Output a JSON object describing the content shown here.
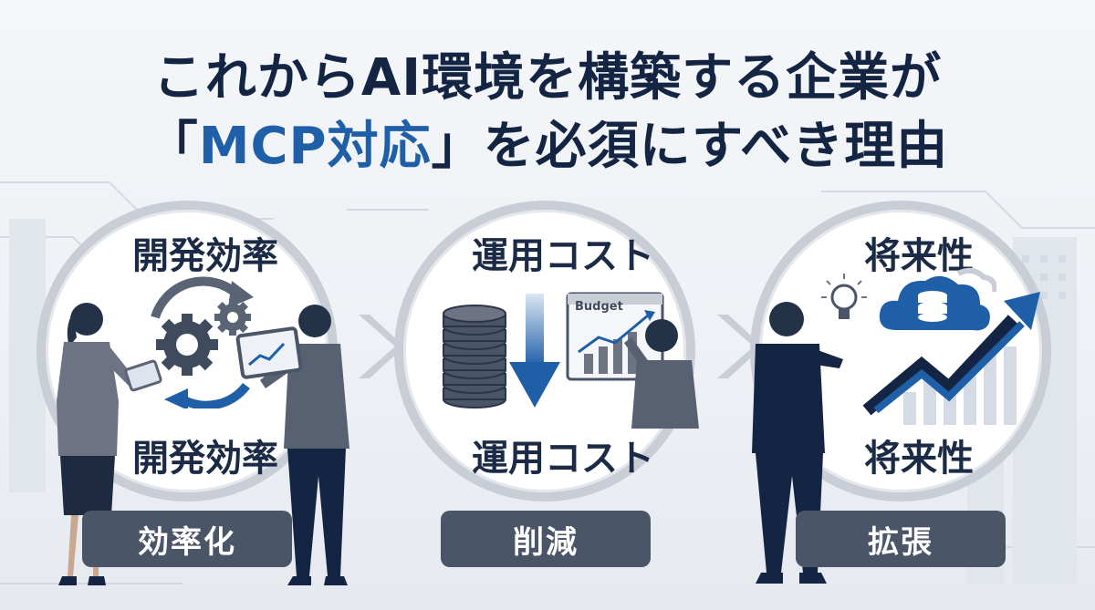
{
  "title": {
    "line1": "これからAI環境を構築する企業が",
    "line2_open": "「",
    "line2_highlight": "MCP対応",
    "line2_close": "」",
    "line2_rest": "を必須にすべき理由"
  },
  "panels": [
    {
      "top_label": "開発効率",
      "bottom_label": "開発効率",
      "badge": "効率化"
    },
    {
      "top_label": "運用コスト",
      "bottom_label": "運用コスト",
      "badge": "削減",
      "screen_label": "Budget"
    },
    {
      "top_label": "将来性",
      "bottom_label": "将来性",
      "badge": "拡張"
    }
  ],
  "colors": {
    "navy": "#142544",
    "accent_blue": "#1f5fa8",
    "badge_bg": "#4a5568",
    "ring": "#c9ced6"
  },
  "icons": [
    "gear-icon",
    "cycle-arrow-icon",
    "coin-stack-icon",
    "down-arrow-icon",
    "lightbulb-icon",
    "cloud-database-icon",
    "growth-arrow-icon",
    "chevron-right-icon"
  ]
}
